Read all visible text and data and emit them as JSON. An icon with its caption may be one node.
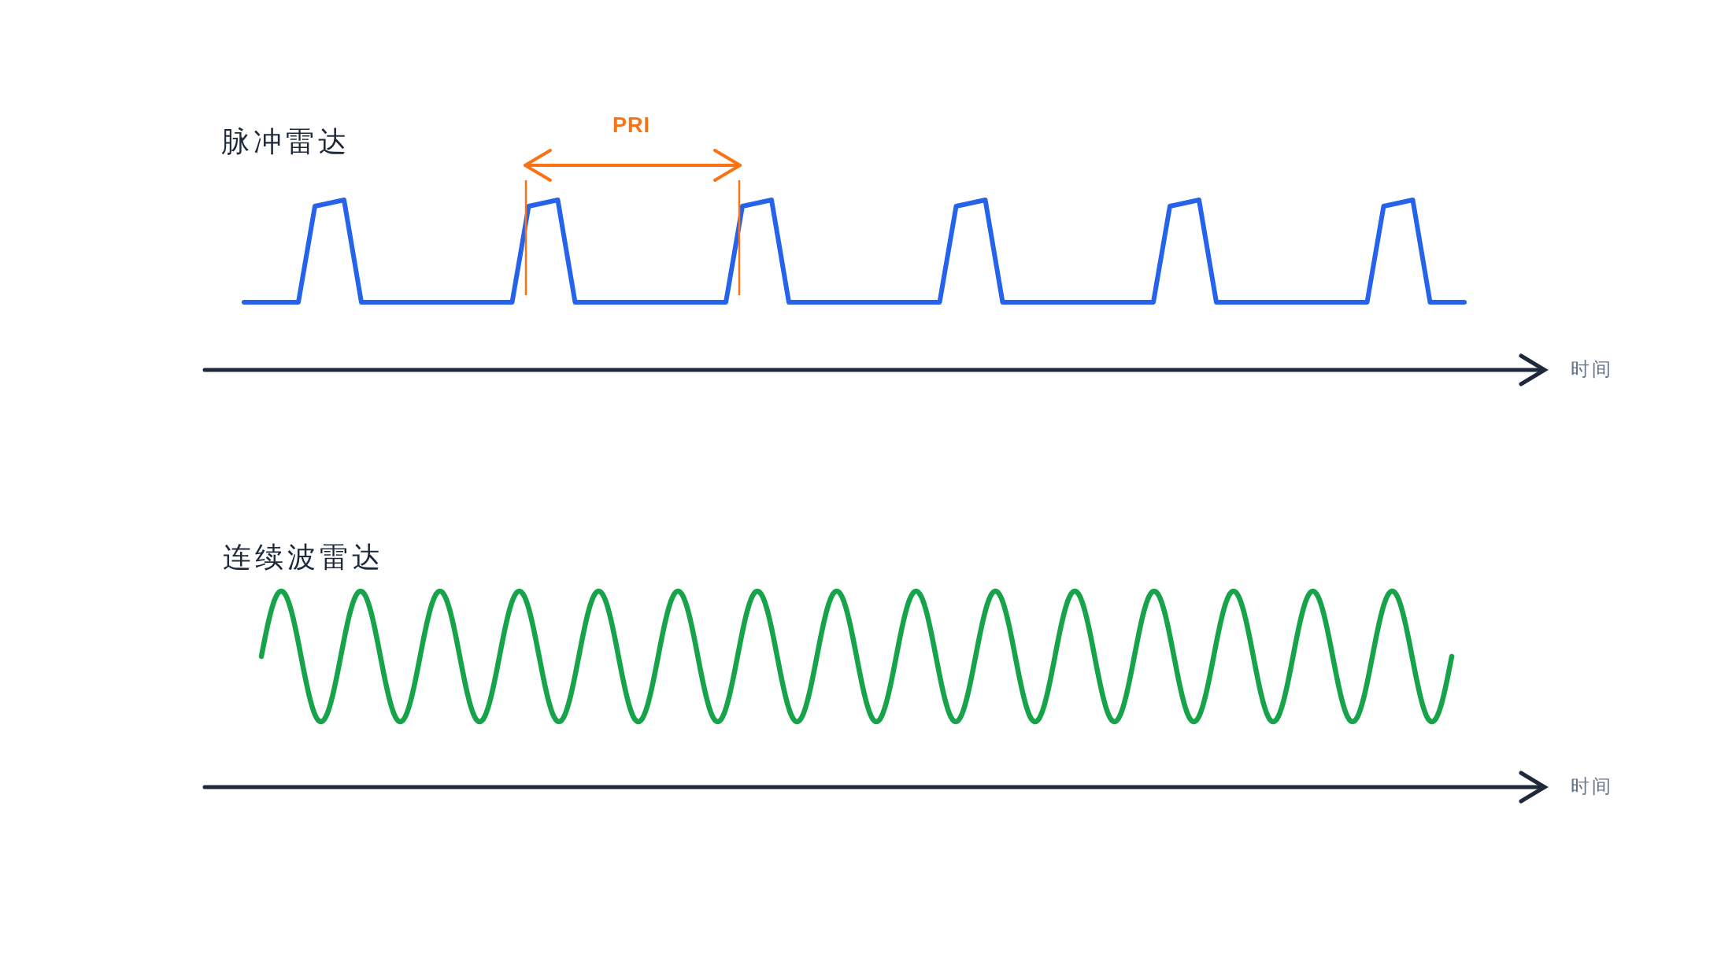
{
  "diagram": {
    "labels": [
      "脉冲雷达",
      "PRI",
      "时间",
      "连续波雷达",
      "时间"
    ]
  }
}
